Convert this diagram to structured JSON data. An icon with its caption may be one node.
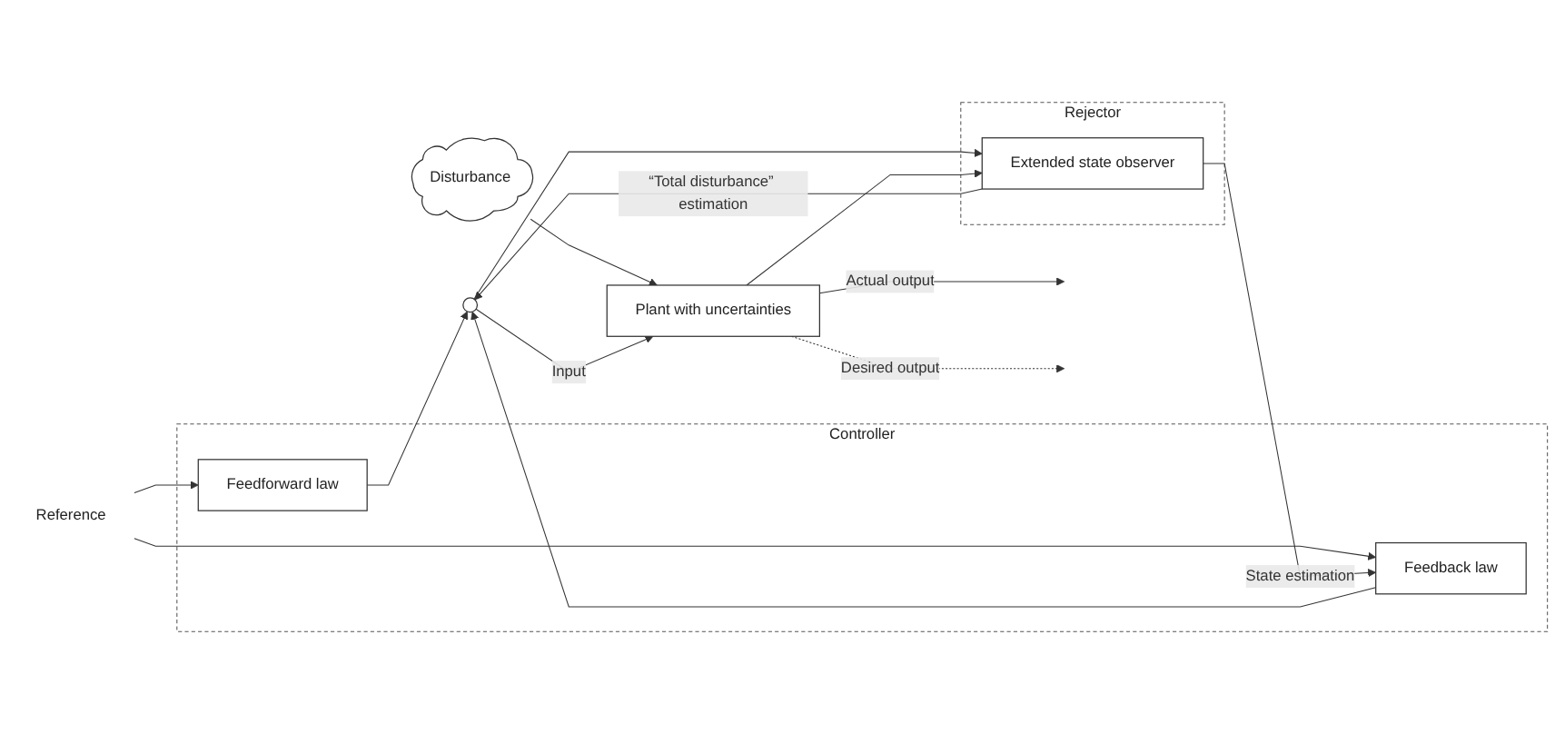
{
  "diagram": {
    "nodes": [
      {
        "text": [
          "Controller"
        ]
      },
      {
        "text": [
          "Feedforward law"
        ],
        "in": 0
      },
      {
        "text": [
          "Disturbance"
        ]
      },
      {
        "text": [
          "Reference"
        ]
      },
      {
        "text": [
          "Feedback law"
        ],
        "in": 0
      },
      {
        "text": [],
        "shape": "circle"
      },
      {
        "text": [
          "Plant with uncertainties"
        ]
      },
      {
        "text": [
          "Rejector"
        ]
      },
      {
        "text": [
          "Extended state observer"
        ],
        "in": 7
      }
    ],
    "edges": [
      {
        "from": 3,
        "to": 1,
        "arrow": "to"
      },
      {
        "from": 3,
        "to": 4,
        "arrow": "to"
      },
      {
        "from": 1,
        "to": 5,
        "arrow": "to"
      },
      {
        "from": 4,
        "to": 5,
        "arrow": "to"
      },
      {
        "from": 2,
        "to": 6,
        "arrow": "to"
      },
      {
        "from": 5,
        "to": 6,
        "arrow": "to",
        "label": "Input"
      },
      {
        "from": 6,
        "to": null,
        "arrow": "to",
        "label": "Actual output"
      },
      {
        "from": 6,
        "to": null,
        "arrow": "to",
        "label": "Desired output",
        "style": "dashed"
      },
      {
        "from": 5,
        "to": 8,
        "arrow": "to"
      },
      {
        "from": 6,
        "to": 8,
        "arrow": "to"
      },
      {
        "from": 8,
        "to": 5,
        "arrow": "to",
        "label": "“Total disturbance” estimation"
      },
      {
        "from": 8,
        "to": 4,
        "arrow": "to",
        "label": "State estimation"
      }
    ]
  }
}
